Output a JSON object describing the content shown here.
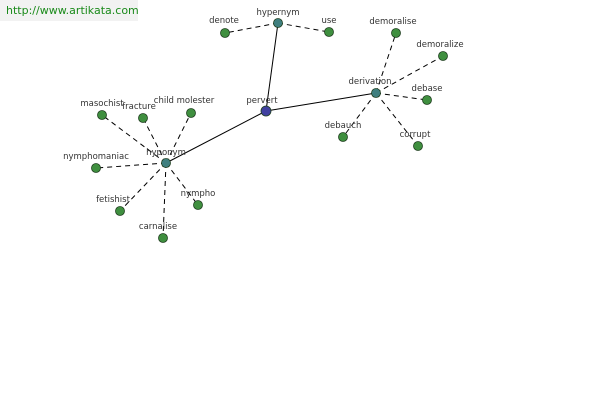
{
  "watermark": {
    "text": "http://www.artikata.com"
  },
  "colors": {
    "center_node": "#4040a0",
    "hub_node": "#3f7f7f",
    "leaf_node": "#3f8f3f",
    "edge": "#000000",
    "label": "#333333"
  },
  "graph": {
    "center": {
      "id": "pervert",
      "label": "pervert"
    },
    "hubs": [
      {
        "id": "hypernym",
        "label": "hypernym"
      },
      {
        "id": "hyponym",
        "label": "hyponym"
      },
      {
        "id": "derivation",
        "label": "derivation"
      }
    ],
    "leaves": [
      {
        "id": "denote",
        "label": "denote",
        "hub": "hypernym"
      },
      {
        "id": "use",
        "label": "use",
        "hub": "hypernym"
      },
      {
        "id": "masochist",
        "label": "masochist",
        "hub": "hyponym"
      },
      {
        "id": "fracture",
        "label": "fracture",
        "hub": "hyponym"
      },
      {
        "id": "child-molester",
        "label": "child molester",
        "hub": "hyponym"
      },
      {
        "id": "nymphomaniac",
        "label": "nymphomaniac",
        "hub": "hyponym"
      },
      {
        "id": "fetishist",
        "label": "fetishist",
        "hub": "hyponym"
      },
      {
        "id": "carnalise",
        "label": "carnalise",
        "hub": "hyponym"
      },
      {
        "id": "nympho",
        "label": "nympho",
        "hub": "hyponym"
      },
      {
        "id": "demoralise",
        "label": "demoralise",
        "hub": "derivation"
      },
      {
        "id": "demoralize",
        "label": "demoralize",
        "hub": "derivation"
      },
      {
        "id": "debase",
        "label": "debase",
        "hub": "derivation"
      },
      {
        "id": "debauch",
        "label": "debauch",
        "hub": "derivation"
      },
      {
        "id": "corrupt",
        "label": "corrupt",
        "hub": "derivation"
      }
    ]
  }
}
